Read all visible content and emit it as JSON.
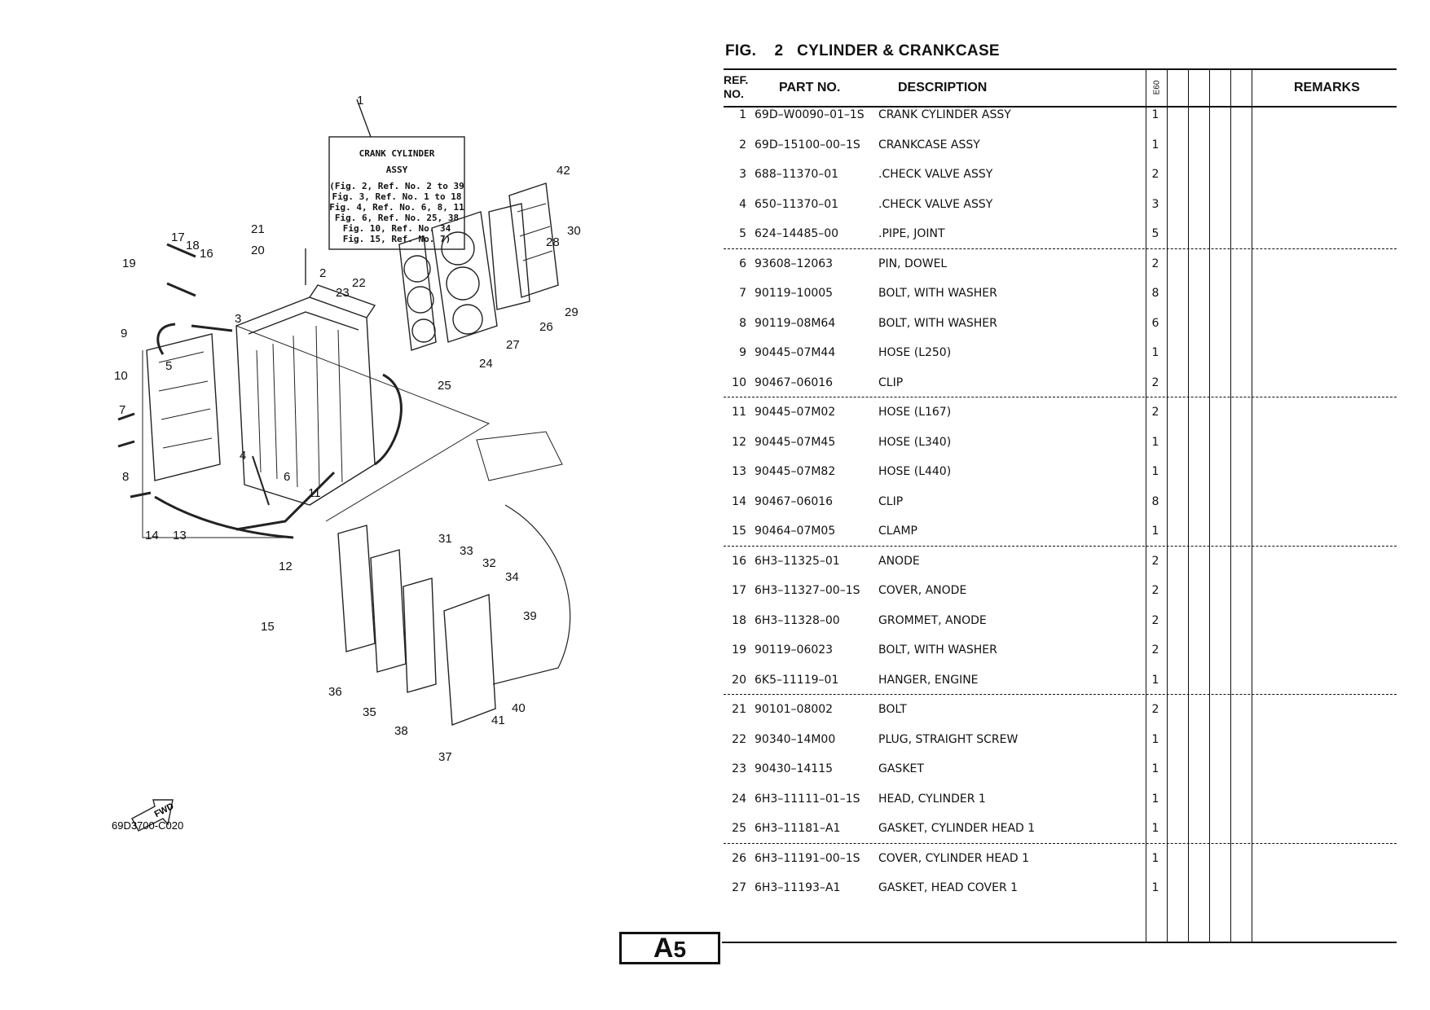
{
  "figure": {
    "label": "FIG.",
    "number": "2",
    "title": "CYLINDER & CRANKCASE"
  },
  "table": {
    "headers": {
      "ref_line1": "REF.",
      "ref_line2": "NO.",
      "part_no": "PART NO.",
      "description": "DESCRIPTION",
      "model": "E60",
      "remarks": "REMARKS"
    },
    "rows": [
      {
        "ref": "1",
        "part": "69D–W0090–01–1S",
        "desc": "CRANK CYLINDER ASSY",
        "qty": "1"
      },
      {
        "ref": "2",
        "part": "69D–15100–00–1S",
        "desc": "CRANKCASE ASSY",
        "qty": "1"
      },
      {
        "ref": "3",
        "part": "688–11370–01",
        "desc": ".CHECK VALVE ASSY",
        "qty": "2"
      },
      {
        "ref": "4",
        "part": "650–11370–01",
        "desc": ".CHECK VALVE ASSY",
        "qty": "3"
      },
      {
        "ref": "5",
        "part": "624–14485–00",
        "desc": ".PIPE, JOINT",
        "qty": "5"
      },
      {
        "ref": "6",
        "part": "93608–12063",
        "desc": "PIN, DOWEL",
        "qty": "2"
      },
      {
        "ref": "7",
        "part": "90119–10005",
        "desc": "BOLT, WITH WASHER",
        "qty": "8"
      },
      {
        "ref": "8",
        "part": "90119–08M64",
        "desc": "BOLT, WITH WASHER",
        "qty": "6"
      },
      {
        "ref": "9",
        "part": "90445–07M44",
        "desc": "HOSE (L250)",
        "qty": "1"
      },
      {
        "ref": "10",
        "part": "90467–06016",
        "desc": "CLIP",
        "qty": "2"
      },
      {
        "ref": "11",
        "part": "90445–07M02",
        "desc": "HOSE (L167)",
        "qty": "2"
      },
      {
        "ref": "12",
        "part": "90445–07M45",
        "desc": "HOSE (L340)",
        "qty": "1"
      },
      {
        "ref": "13",
        "part": "90445–07M82",
        "desc": "HOSE (L440)",
        "qty": "1"
      },
      {
        "ref": "14",
        "part": "90467–06016",
        "desc": "CLIP",
        "qty": "8"
      },
      {
        "ref": "15",
        "part": "90464–07M05",
        "desc": "CLAMP",
        "qty": "1"
      },
      {
        "ref": "16",
        "part": "6H3–11325–01",
        "desc": "ANODE",
        "qty": "2"
      },
      {
        "ref": "17",
        "part": "6H3–11327–00–1S",
        "desc": "COVER, ANODE",
        "qty": "2"
      },
      {
        "ref": "18",
        "part": "6H3–11328–00",
        "desc": "GROMMET, ANODE",
        "qty": "2"
      },
      {
        "ref": "19",
        "part": "90119–06023",
        "desc": "BOLT, WITH WASHER",
        "qty": "2"
      },
      {
        "ref": "20",
        "part": "6K5–11119–01",
        "desc": "HANGER, ENGINE",
        "qty": "1"
      },
      {
        "ref": "21",
        "part": "90101–08002",
        "desc": "BOLT",
        "qty": "2"
      },
      {
        "ref": "22",
        "part": "90340–14M00",
        "desc": "PLUG, STRAIGHT SCREW",
        "qty": "1"
      },
      {
        "ref": "23",
        "part": "90430–14115",
        "desc": "GASKET",
        "qty": "1"
      },
      {
        "ref": "24",
        "part": "6H3–11111–01–1S",
        "desc": "HEAD, CYLINDER 1",
        "qty": "1"
      },
      {
        "ref": "25",
        "part": "6H3–11181–A1",
        "desc": "GASKET, CYLINDER HEAD 1",
        "qty": "1"
      },
      {
        "ref": "26",
        "part": "6H3–11191–00–1S",
        "desc": "COVER, CYLINDER HEAD 1",
        "qty": "1"
      },
      {
        "ref": "27",
        "part": "6H3–11193–A1",
        "desc": "GASKET, HEAD COVER 1",
        "qty": "1"
      }
    ]
  },
  "diagram": {
    "assy_box": {
      "line1": "CRANK CYLINDER",
      "line2": "ASSY",
      "refs": [
        "(Fig. 2, Ref. No. 2 to 39",
        "Fig. 3, Ref. No. 1 to 18",
        "Fig. 4, Ref. No. 6, 8, 11",
        "Fig. 6, Ref. No. 25, 38",
        "Fig. 10, Ref. No. 34",
        "Fig. 15, Ref. No. 7)"
      ]
    },
    "fwd_label": "FWD",
    "drawing_code": "69D3700-C020",
    "callouts": [
      "1",
      "2",
      "3",
      "4",
      "5",
      "6",
      "7",
      "8",
      "9",
      "10",
      "11",
      "12",
      "13",
      "14",
      "15",
      "16",
      "17",
      "18",
      "19",
      "20",
      "21",
      "22",
      "23",
      "24",
      "25",
      "26",
      "27",
      "28",
      "29",
      "30",
      "31",
      "32",
      "33",
      "34",
      "35",
      "36",
      "37",
      "38",
      "39",
      "40",
      "41",
      "42"
    ]
  },
  "page_label": {
    "letter": "A",
    "number": "5"
  }
}
